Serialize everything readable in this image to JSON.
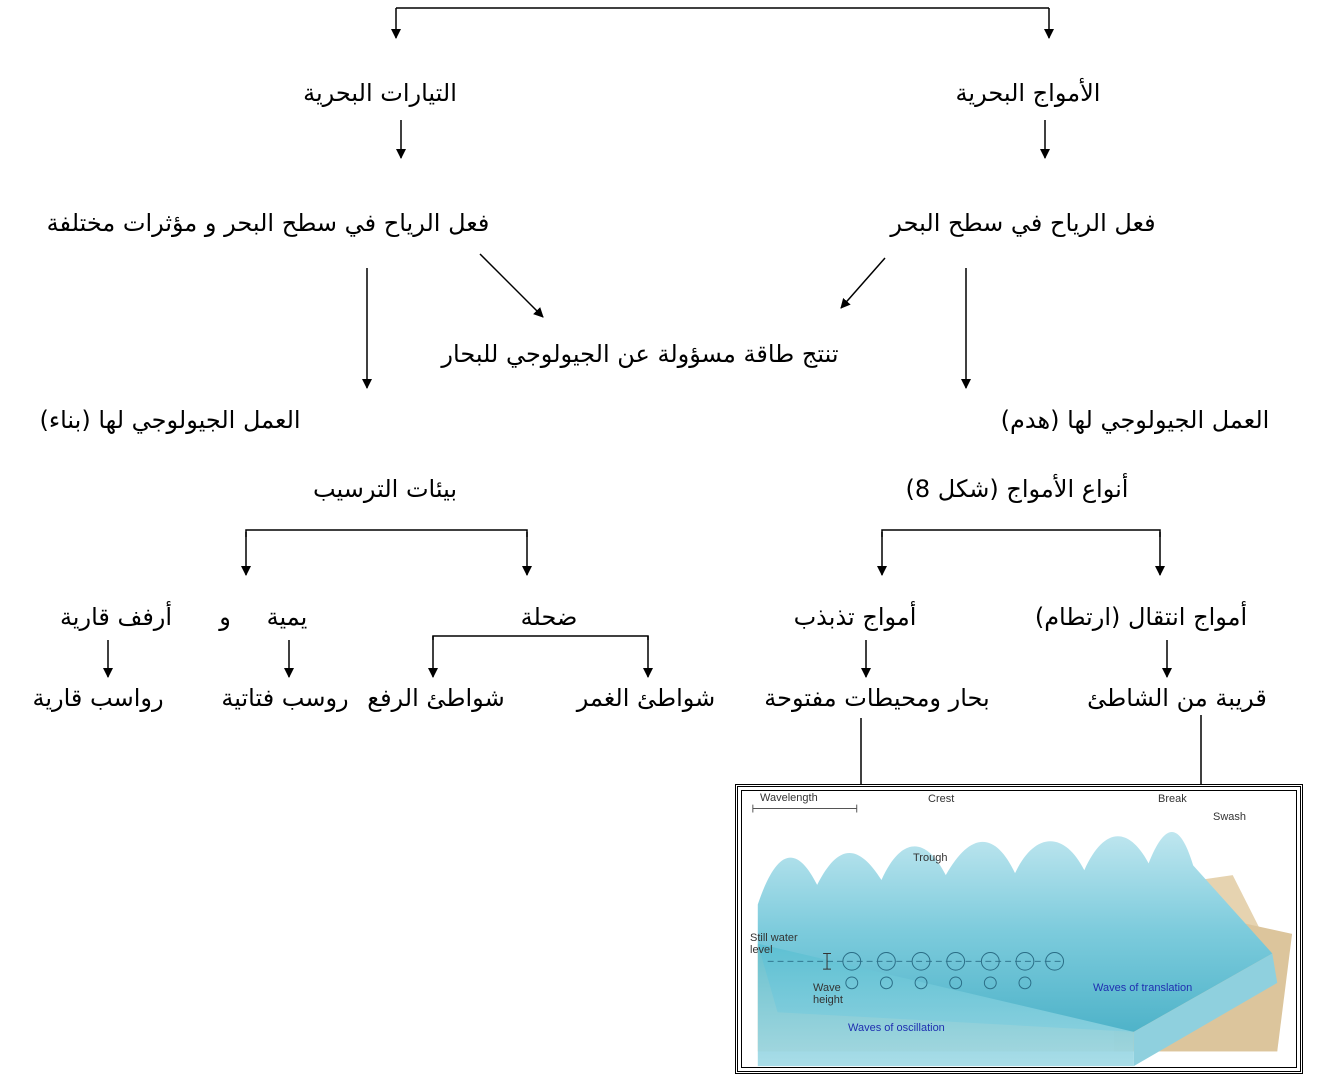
{
  "top": {
    "waves": "الأمواج البحرية",
    "currents": "التيارات البحرية"
  },
  "waves_branch": {
    "cause": "فعل الرياح في سطح البحر",
    "work": "العمل الجيولوجي لها (هدم)",
    "types_title": "أنواع الأمواج (شكل 8)",
    "translation": "أمواج انتقال (ارتطام)",
    "translation_where": "قريبة من الشاطئ",
    "oscillation": "أمواج تذبذب",
    "oscillation_where": "بحار ومحيطات مفتوحة"
  },
  "energy": "تنتج طاقة مسؤولة عن الجيولوجي للبحار",
  "currents_branch": {
    "cause": "فعل الرياح في سطح البحر و مؤثرات مختلفة",
    "work": "العمل الجيولوجي لها (بناء)",
    "environments": "بيئات الترسيب",
    "shallow": "ضحلة",
    "submergence": "شواطئ الغمر",
    "emergence": "شواطئ الرفع",
    "marine": "يمية",
    "and": "و",
    "shelves": "أرفف قارية",
    "clastic": "روسب فتاتية",
    "continental": "رواسب قارية"
  },
  "figure": {
    "wavelength": "Wavelength",
    "crest": "Crest",
    "break": "Break",
    "swash": "Swash",
    "trough": "Trough",
    "still_water": "Still water\nlevel",
    "wave_height": "Wave\nheight",
    "oscillation_label": "Waves of oscillation",
    "translation_label": "Waves of translation"
  }
}
